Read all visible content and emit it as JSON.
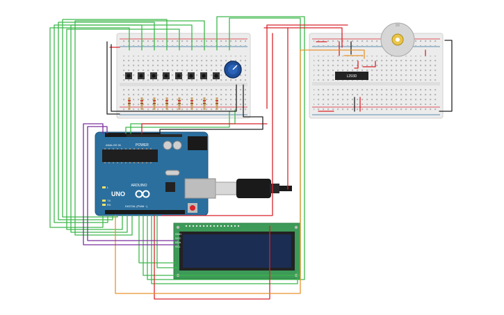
{
  "arduino": {
    "brand": "ARDUINO",
    "model": "UNO",
    "power_header": "POWER",
    "analog_header": "ANALOG IN",
    "digital_header": "DIGITAL (PWM ~)",
    "tx_label": "TX",
    "rx_label": "RX",
    "l_label": "L"
  },
  "lcd": {
    "pins": [
      "GND",
      "VCC",
      "SDA",
      "SCL"
    ]
  },
  "driver": {
    "label": "L293D"
  },
  "colors": {
    "board": "#2b6f9e",
    "breadboard": "#ececec",
    "lcd_pcb": "#3d9a58",
    "lcd_screen": "#1b2d52",
    "wire_green": "#3cb84a",
    "wire_red": "#d8232a",
    "wire_black": "#222222",
    "wire_orange": "#e8932c",
    "wire_purple": "#7b2d9e"
  },
  "icons": [
    "potentiometer-icon",
    "dc-motor-icon",
    "usb-cable-icon",
    "reset-button-icon",
    "push-button-icon"
  ]
}
